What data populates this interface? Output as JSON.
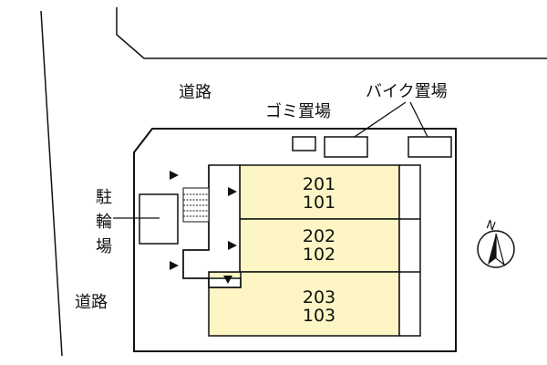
{
  "labels": {
    "road_top": "道路",
    "road_left": "道路",
    "garbage": "ゴミ置場",
    "bike": "バイク置場",
    "bicycle": [
      "駐",
      "輪",
      "場"
    ],
    "north": "N"
  },
  "units": [
    {
      "upper": "201",
      "lower": "101"
    },
    {
      "upper": "202",
      "lower": "102"
    },
    {
      "upper": "203",
      "lower": "103"
    }
  ],
  "colors": {
    "unit_fill": "#fdf5c4",
    "line": "#111111",
    "background": "#ffffff"
  },
  "icons": [
    "entrance-arrow-icon",
    "stairs-icon",
    "compass-icon"
  ]
}
